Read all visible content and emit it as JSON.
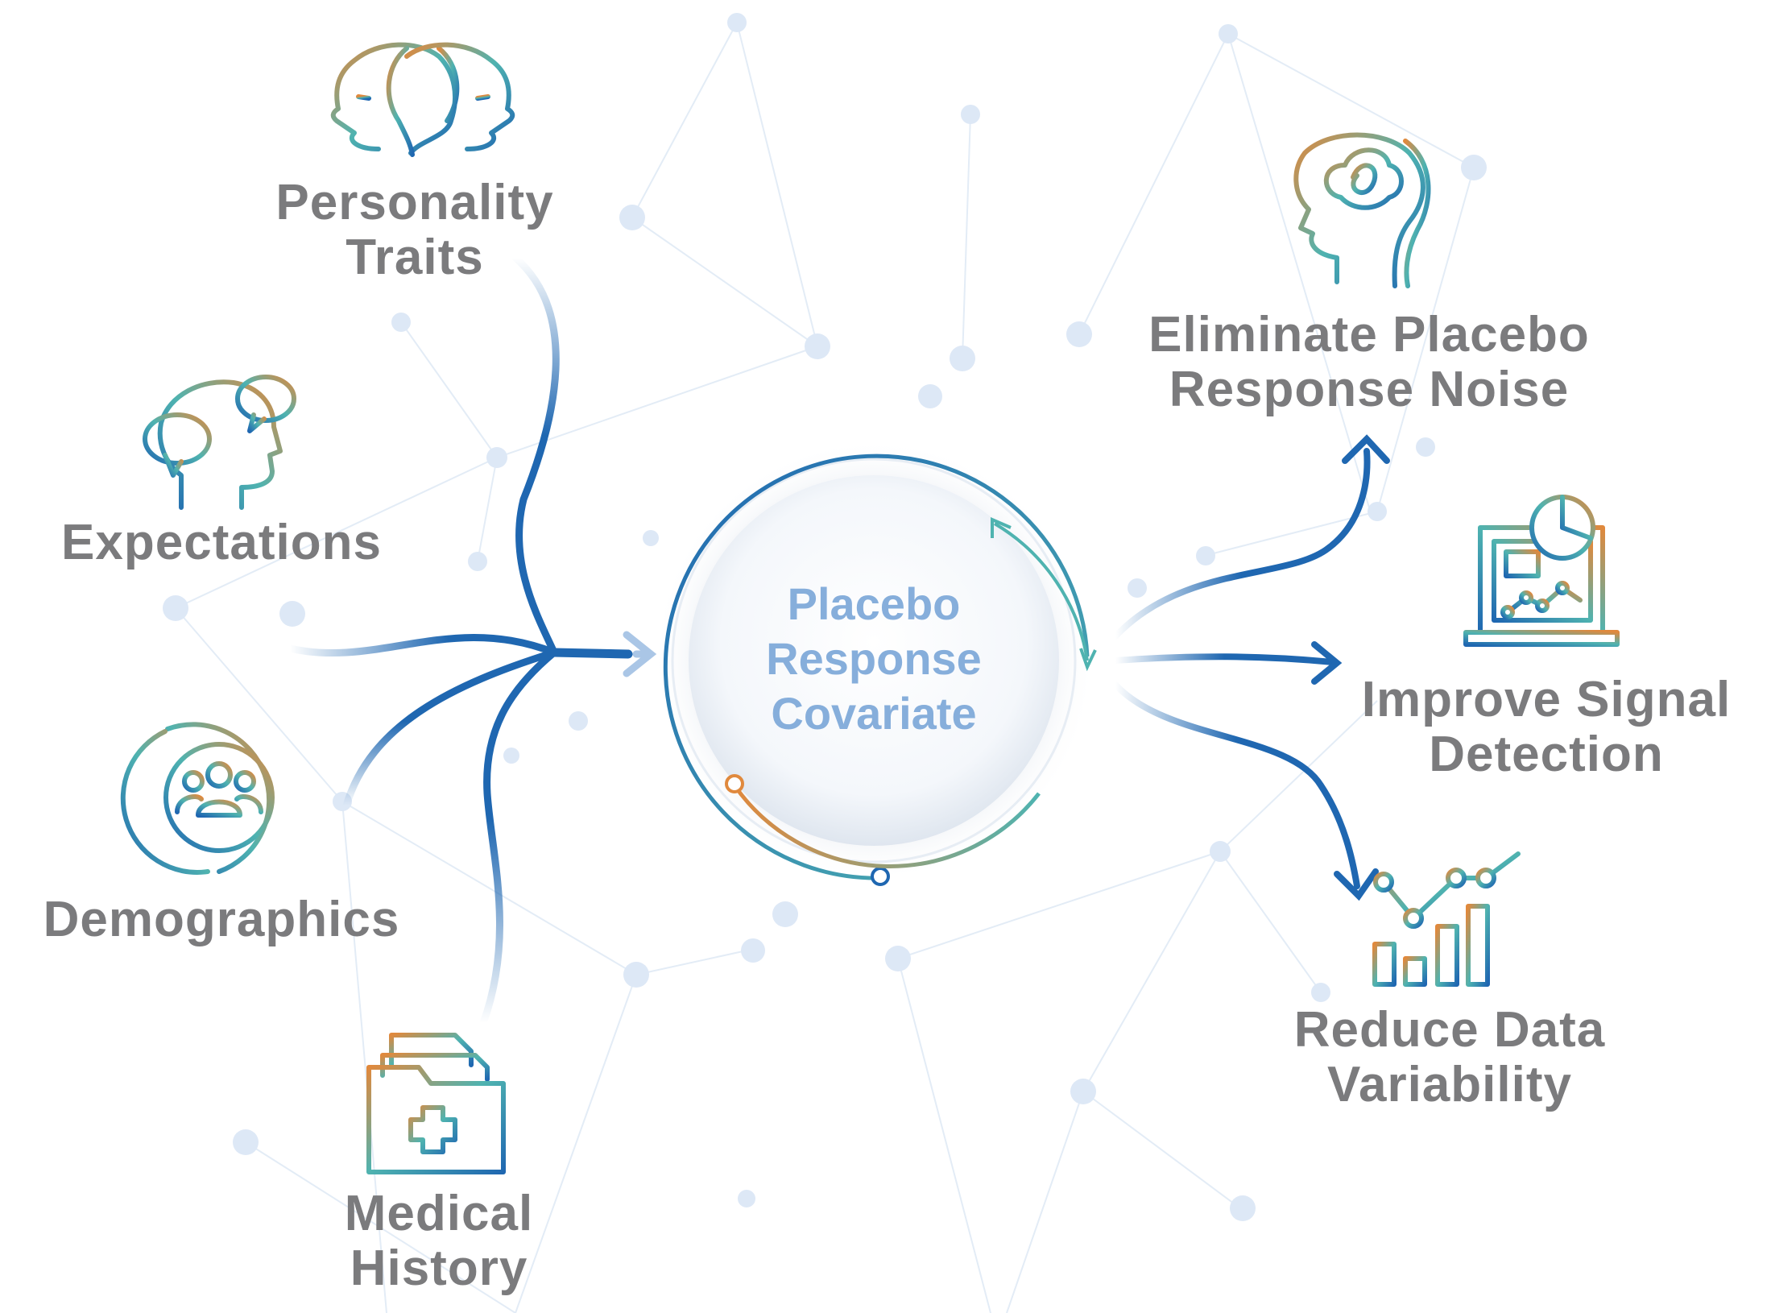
{
  "center": {
    "lines": [
      "Placebo",
      "Response",
      "Covariate"
    ],
    "color": "#86aedb"
  },
  "inputs": [
    {
      "id": "personality",
      "icon": "two-heads-icon",
      "lines": [
        "Personality",
        "Traits"
      ]
    },
    {
      "id": "expectations",
      "icon": "head-speech-bubbles-icon",
      "lines": [
        "Expectations"
      ]
    },
    {
      "id": "demographics",
      "icon": "people-group-ring-icon",
      "lines": [
        "Demographics"
      ]
    },
    {
      "id": "medical",
      "icon": "medical-folder-icon",
      "lines": [
        "Medical",
        "History"
      ]
    }
  ],
  "outputs": [
    {
      "id": "eliminate",
      "icon": "tangled-brain-head-icon",
      "lines": [
        "Eliminate Placebo",
        "Response Noise"
      ]
    },
    {
      "id": "improve",
      "icon": "laptop-chart-icon",
      "lines": [
        "Improve Signal",
        "Detection"
      ]
    },
    {
      "id": "reduce",
      "icon": "bar-line-chart-icon",
      "lines": [
        "Reduce Data",
        "Variability"
      ]
    }
  ],
  "colors": {
    "label": "#7b7b7d",
    "arrow_blue": "#1f67b1",
    "teal": "#4fb3b0",
    "orange": "#e0893d",
    "network": "#dbe7f5"
  }
}
